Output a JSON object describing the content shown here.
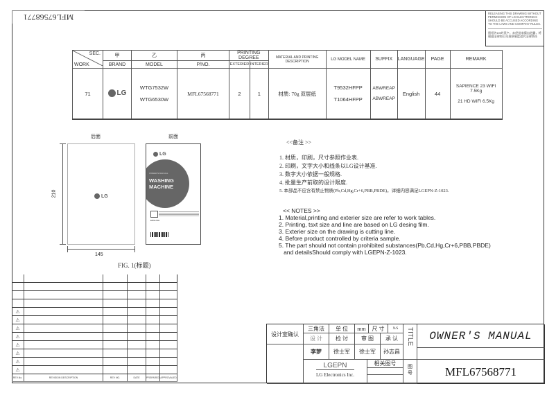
{
  "header": {
    "part_number_mirrored": "MFL67568771",
    "release_notice_en": "RELEASING THIS DRAWING WITHOUT PERMISSION OF LG Electronics SHOULD BE ACCUSED ACCORDING TO THE LAWS AND COMPANY RULES.",
    "release_notice_cn": "图纸为LG的资产，未经批准擅自泄露，将根据法律和公司规章制度追究法律责任"
  },
  "work_table": {
    "headers": {
      "sec": "SEC.",
      "work": "WORK",
      "col_a_cn": "甲",
      "col_a": "BRAND",
      "col_b_cn": "乙",
      "col_b": "MODEL",
      "col_c_cn": "丙",
      "col_c": "P/NO.",
      "printing_degree": "PRINTING DEGREE",
      "exterier": "EXTERIER",
      "interier": "INTERIER",
      "material": "MATERIAL AND PRINTING DESCRIPTION",
      "lg_model_name": "LG MODEL NAME",
      "suffix": "SUFFIX",
      "language": "LANGUAGE",
      "page": "PAGE",
      "remark": "REMARK"
    },
    "row": {
      "work": "71",
      "brand_logo": "LG",
      "models": [
        "WTG7532W",
        "WTG6530W"
      ],
      "pno": "MFL67568771",
      "exterier": "2",
      "interier": "1",
      "material": "材质: 70g 双层纸",
      "lg_model_names": [
        "T9532HFPP",
        "T1064HFPP"
      ],
      "suffixes": [
        "ABWREAP",
        "ABWREAP"
      ],
      "language": "English",
      "page": "44",
      "remarks": [
        "SAPIENCE 23 WIFI 7.5Kg",
        "21 HD WIFI 6.5Kg"
      ]
    }
  },
  "figure": {
    "back_label": "后面",
    "front_label": "前面",
    "height_dim": "210",
    "width_dim": "145",
    "caption": "FIG. 1(标题)",
    "back_logo": "LG",
    "front_logo": "LG",
    "front_subtitle": "OWNER'S MANUAL",
    "front_title_line1": "WASHING",
    "front_title_line2": "MACHINE",
    "front_lang": "ENGLISH"
  },
  "notes_cn": {
    "title": "<<备注 >>",
    "items": [
      "1.  材质，印刷，尺寸参照作业表.",
      "2.  印刷，文字大小和线条以LG设计基准.",
      "3.  数字大小依据一般规格.",
      "4.  批量生产前取的设计限度.",
      "5.  本部品不应含有禁止物质(Pb,Cd,Hg,Cr+6,PBB,PBDE)，详细内容满足LGEPN-Z-1023."
    ]
  },
  "notes_en": {
    "title": "<< NOTES >>",
    "items": [
      "1. Material,printing and exterier size are refer to work tables.",
      "2. Printing, tsxt  size and line are based on LG desing film.",
      "3. Exterier size on the drawing is cutting line.",
      "4. Before product controlled by criteria sample.",
      "5. The part should not contain prohibited substances(Pb,Cd,Hg,Cr+6,PBB,PBDE)",
      "   and detailsShould comply with LGEPN-Z-1023."
    ]
  },
  "revision_table": {
    "columns": [
      "REV.No.",
      "REVISION DESCRIPTION",
      "REV NO.",
      "DATE",
      "PREPARED",
      "APPROVALED"
    ],
    "warning_rows": 8,
    "blank_rows": 4
  },
  "title_block": {
    "design_confirm": "设计室确认",
    "projection": "三角法",
    "unit_label": "单 位",
    "unit": "mm",
    "scale_label": "尺 寸",
    "scale": "N/S",
    "design": "设 计",
    "check": "检 讨",
    "review": "审 图",
    "approve": "承 认",
    "designer": "李梦",
    "checker": "徐士军",
    "reviewer": "徐士军",
    "approver": "孙志昌",
    "standard": "LGEPN",
    "company": "LG Electronics Inc.",
    "related_drawing": "相关图号",
    "title_label": "TITLE",
    "drawing_no_label": "图号",
    "title": "OWNER'S MANUAL",
    "drawing_no": "MFL67568771"
  }
}
